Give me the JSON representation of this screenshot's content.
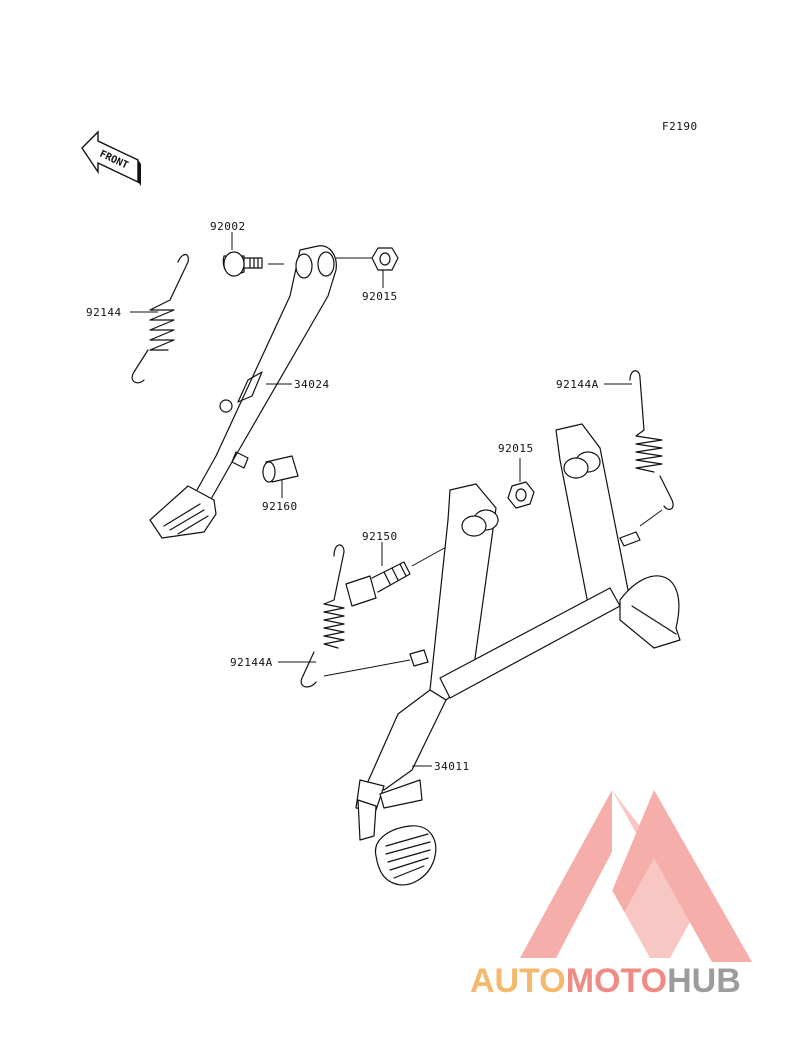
{
  "figure": {
    "code": "F2190",
    "front_label": "FRONT"
  },
  "parts": [
    {
      "id": "92002",
      "name": "bolt"
    },
    {
      "id": "92015",
      "name": "nut"
    },
    {
      "id": "92144",
      "name": "spring"
    },
    {
      "id": "34024",
      "name": "side-stand"
    },
    {
      "id": "92160",
      "name": "spacer"
    },
    {
      "id": "92144A",
      "name": "spring"
    },
    {
      "id": "92015",
      "name": "nut"
    },
    {
      "id": "92150",
      "name": "bolt"
    },
    {
      "id": "92144A",
      "name": "spring"
    },
    {
      "id": "34011",
      "name": "center-stand"
    }
  ],
  "watermark": {
    "part1": "AUTO",
    "part2": "MOTO",
    "part3": "HUB",
    "colors": {
      "auto": "#f5b96e",
      "moto": "#f08a84",
      "hub": "#9c9c9c",
      "logo": "#f4a19b"
    }
  }
}
